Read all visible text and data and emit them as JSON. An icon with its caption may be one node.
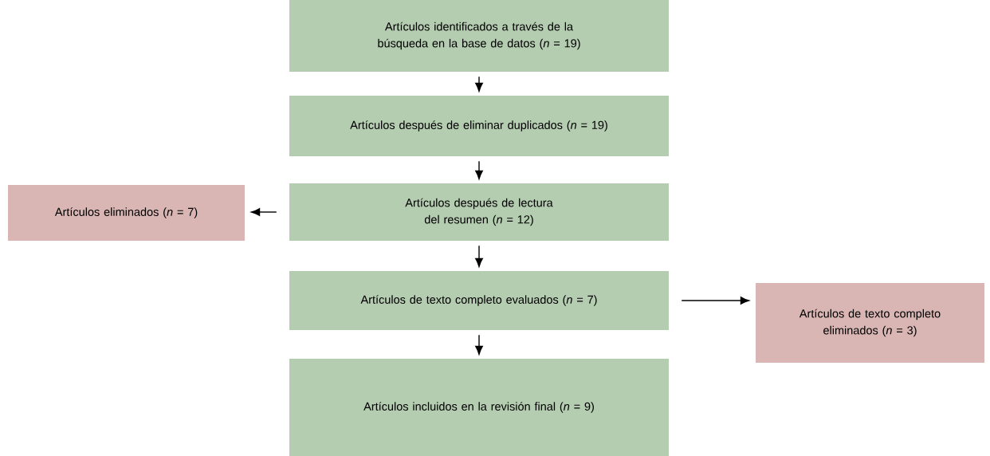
{
  "diagram": {
    "nodes": [
      {
        "text": [
          "Artículos identificados a través de la búsqueda en la base de datos (*n* = 19)"
        ]
      },
      {
        "text": [
          "Artículos después de eliminar duplicados (*n* = 19)"
        ]
      },
      {
        "text": [
          "Artículos después de lectura del resumen (*n* = 12)"
        ]
      },
      {
        "text": [
          "Artículos eliminados (*n* = 7)"
        ]
      },
      {
        "text": [
          "Artículos de texto completo evaluados (*n* = 7)"
        ]
      },
      {
        "text": [
          "Artículos de texto completo eliminados (*n* = 3)"
        ]
      },
      {
        "text": [
          "Artículos incluidos en la revisión final (*n* = 9)"
        ]
      }
    ],
    "edges": [
      {
        "from": 0,
        "to": 1,
        "arrow": "to"
      },
      {
        "from": 1,
        "to": 2,
        "arrow": "to"
      },
      {
        "from": 2,
        "to": 3,
        "arrow": "to"
      },
      {
        "from": 2,
        "to": 4,
        "arrow": "to"
      },
      {
        "from": 4,
        "to": 5,
        "arrow": "to"
      },
      {
        "from": 4,
        "to": 6,
        "arrow": "to"
      }
    ]
  }
}
